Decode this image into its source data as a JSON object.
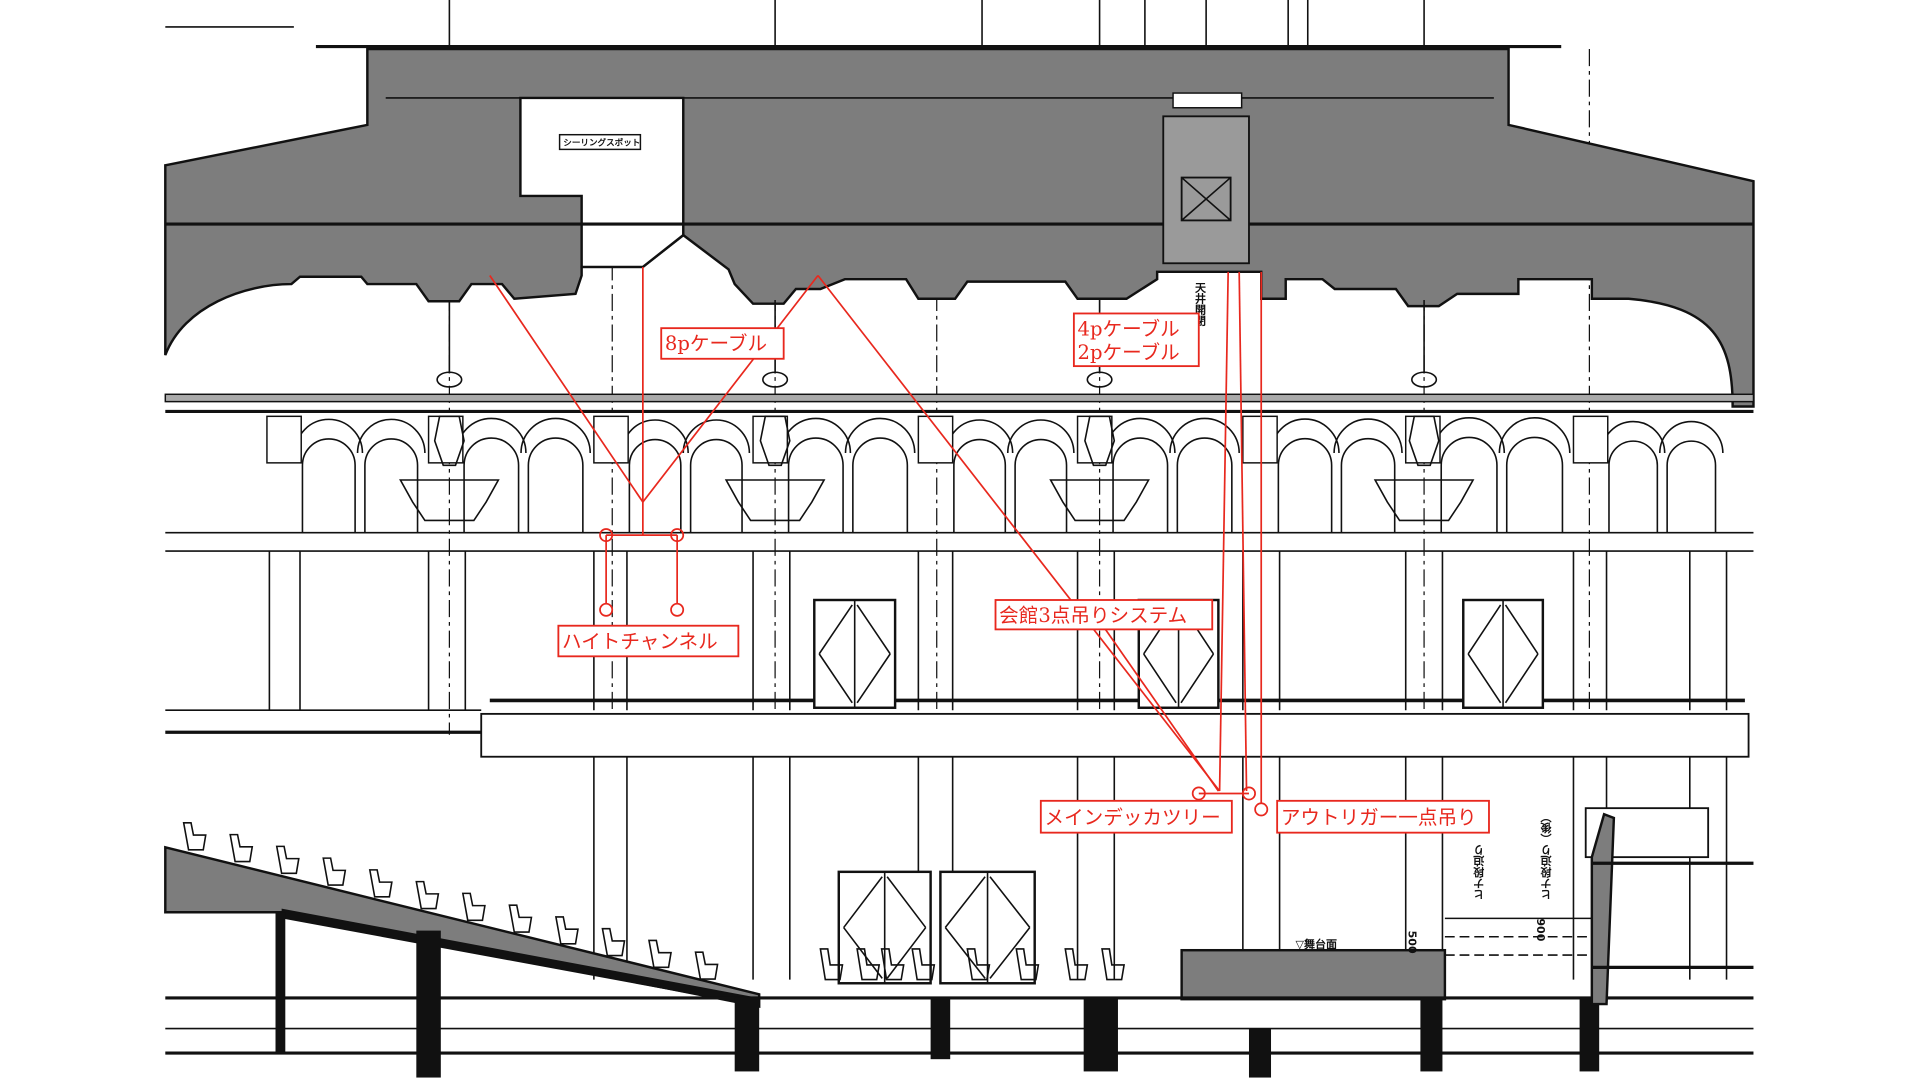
{
  "drawing": {
    "room_label": "シーリングスポット",
    "ceiling_label": "天井開閉",
    "stage_level_label": "▽舞台面",
    "riser_lift_label": "ヒナ段迫り",
    "riser_lift_rear_label": "ヒナ段迫り（後）",
    "dim_500": "500",
    "dim_900": "900"
  },
  "annotations": {
    "cable_8p": "8pケーブル",
    "cable_4p": "4pケーブル",
    "cable_2p": "2pケーブル",
    "height_channel": "ハイトチャンネル",
    "hall_3point": "会館3点吊りシステム",
    "main_decca_tree": "メインデッカツリー",
    "outrigger": "アウトリガー一点吊り"
  },
  "colors": {
    "annotation": "#e8281e",
    "section_fill": "#7d7d7d"
  }
}
